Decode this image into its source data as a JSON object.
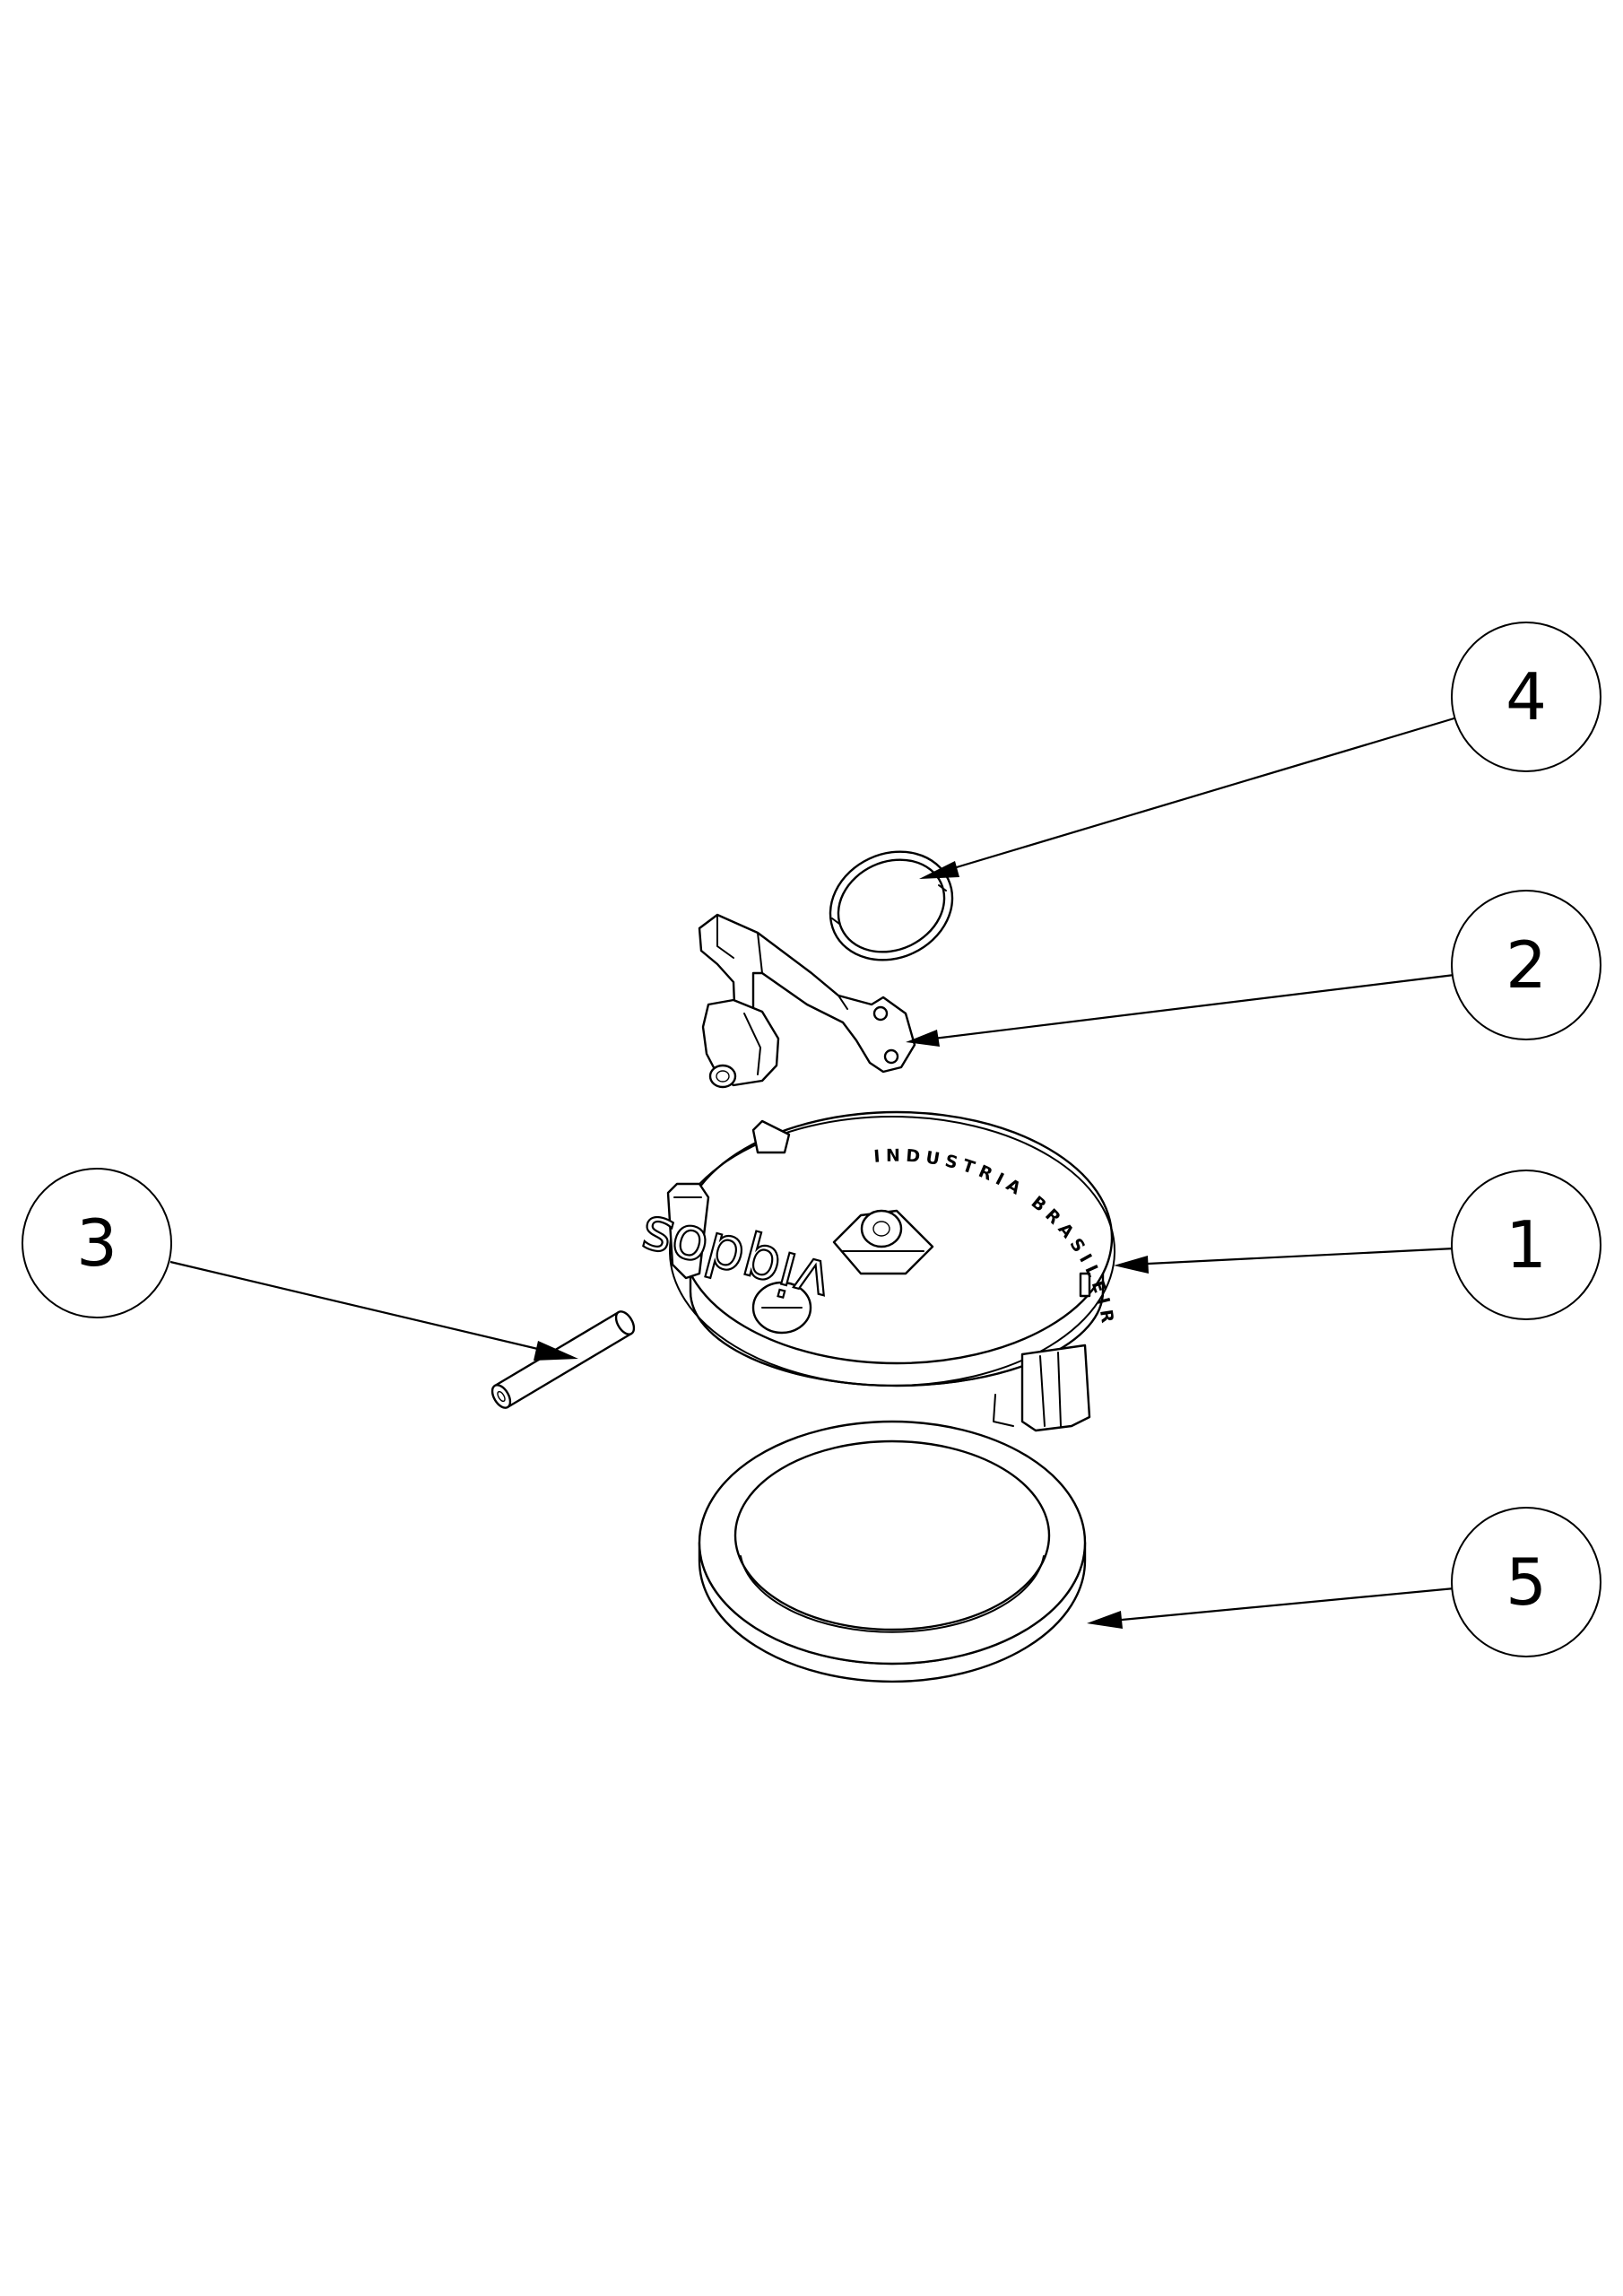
{
  "balloons": [
    {
      "id": "4",
      "label": "4"
    },
    {
      "id": "2",
      "label": "2"
    },
    {
      "id": "3",
      "label": "3"
    },
    {
      "id": "1",
      "label": "1"
    },
    {
      "id": "5",
      "label": "5"
    }
  ],
  "cap_engraving": "INDUSTRIA BRASILEIRA",
  "cap_logo": "viqdos",
  "colors": {
    "line": "#000000",
    "background": "#ffffff"
  }
}
